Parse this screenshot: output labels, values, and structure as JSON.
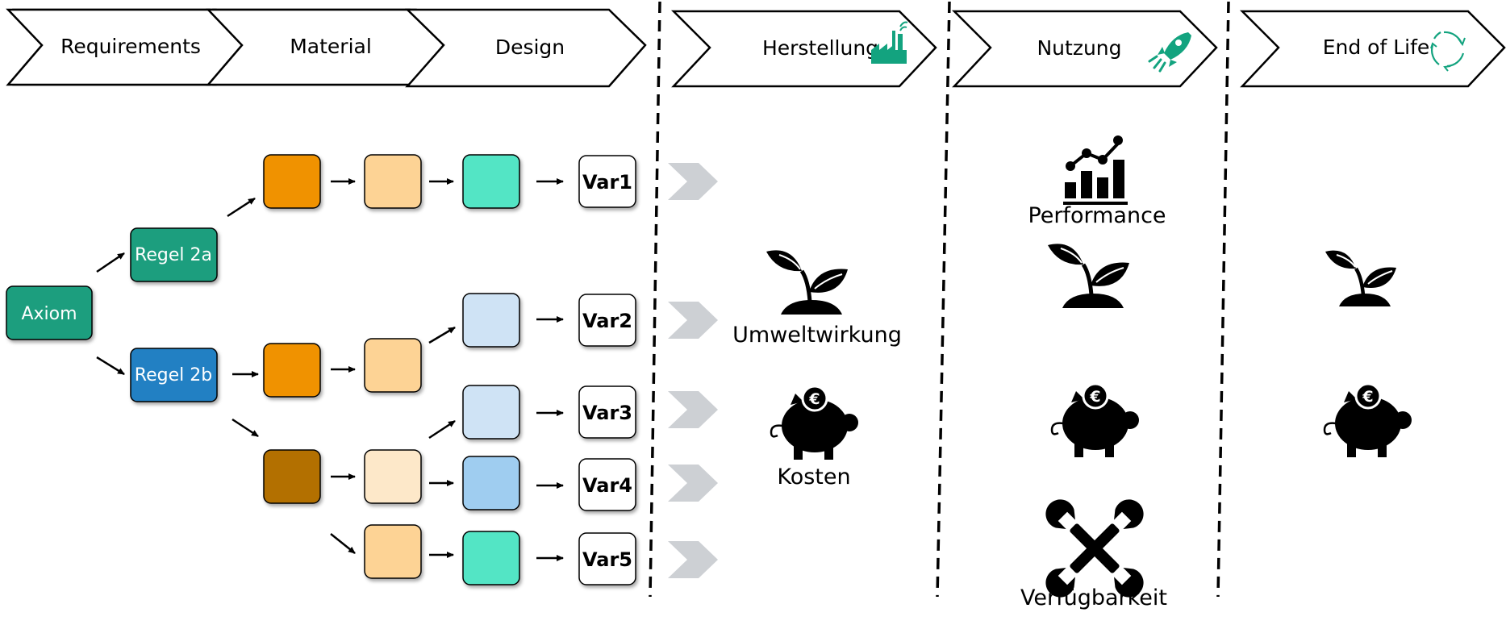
{
  "phases": [
    {
      "label": "Requirements"
    },
    {
      "label": "Material"
    },
    {
      "label": "Design"
    },
    {
      "label": "Herstellung",
      "icon": "factory-icon"
    },
    {
      "label": "Nutzung",
      "icon": "rocket-icon"
    },
    {
      "label": "End of Life",
      "icon": "recycle-icon"
    }
  ],
  "nodes": {
    "axiom": "Axiom",
    "regel_2a": "Regel 2a",
    "regel_2b": "Regel 2b"
  },
  "variants": [
    "Var1",
    "Var2",
    "Var3",
    "Var4",
    "Var5"
  ],
  "herstellung": {
    "umwelt_label": "Umweltwirkung",
    "kosten_label": "Kosten"
  },
  "nutzung": {
    "performance_label": "Performance",
    "verfuegbarkeit_label": "Verfügbarkeit"
  },
  "colors": {
    "teal_node": "#1b9e7e",
    "blue_node": "#2280c3",
    "orange": "#f09200",
    "light_orange": "#fdd395",
    "brown": "#b36f00",
    "cream": "#fde8c9",
    "mint": "#52e5c5",
    "light_blue": "#cfe3f5",
    "mid_blue": "#9fcdf0",
    "icon_green": "#13a37f",
    "chevron_grey": "#cdd0d4"
  }
}
